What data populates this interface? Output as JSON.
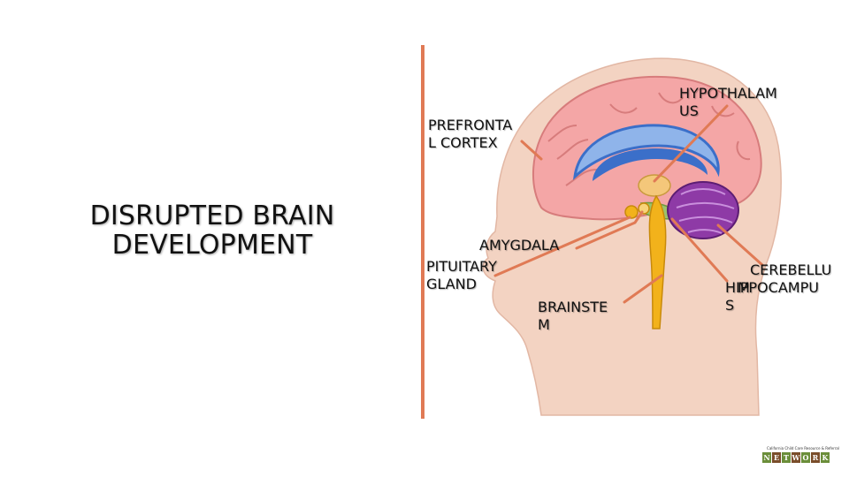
{
  "slide": {
    "title_lines": [
      "DISRUPTED BRAIN",
      "DEVELOPMENT"
    ]
  },
  "labels": {
    "prefrontal_cortex": [
      "PREFRONTA",
      "L CORTEX"
    ],
    "hypothalamus": [
      "HYPOTHALAM",
      "US"
    ],
    "amygdala": [
      "AMYGDALA"
    ],
    "pituitary_gland": [
      "PITUITARY",
      "GLAND"
    ],
    "brainstem": [
      "BRAINSTE",
      "M"
    ],
    "cerebellum": [
      "CEREBELLU",
      "M"
    ],
    "hippocampus": [
      "HIPPOCAMPU",
      "S"
    ]
  },
  "logo": {
    "tagline": "California Child Care Resource & Referral",
    "letters": [
      "N",
      "E",
      "T",
      "W",
      "O",
      "R",
      "K"
    ]
  },
  "colors": {
    "divider": "#e07a55",
    "leader_lines": "#e07a55",
    "cortex": "#f4a6a6",
    "skin": "#f3d3c2",
    "cerebellum": "#8e3aa6",
    "brainstem": "#f2b21b",
    "limbic": "#3b6fc9"
  }
}
